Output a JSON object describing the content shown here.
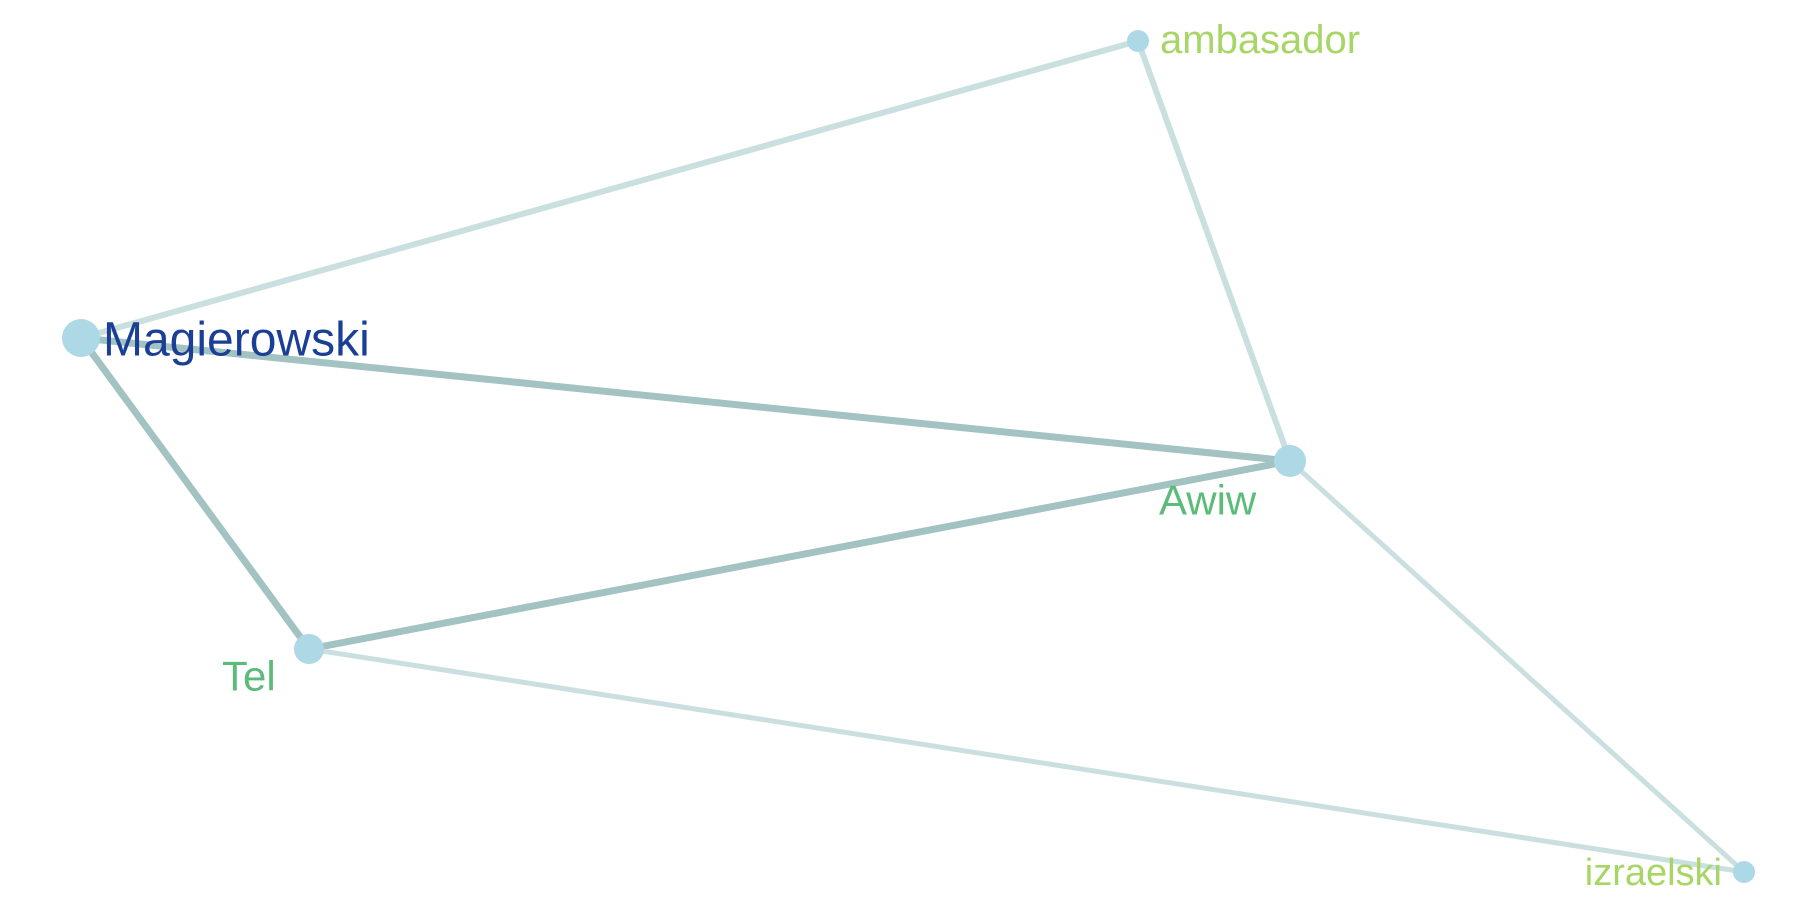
{
  "nodes": [
    {
      "id": "magierowski",
      "label": "Magierowski",
      "label_color": "#1a3f95",
      "fill": "#add8e6"
    },
    {
      "id": "ambasador",
      "label": "ambasador",
      "label_color": "#a8d666",
      "fill": "#add8e6"
    },
    {
      "id": "awiw",
      "label": "Awiw",
      "label_color": "#5bbb78",
      "fill": "#add8e6"
    },
    {
      "id": "tel",
      "label": "Tel",
      "label_color": "#5bbb78",
      "fill": "#add8e6"
    },
    {
      "id": "izraelski",
      "label": "izraelski",
      "label_color": "#a8d666",
      "fill": "#add8e6"
    }
  ],
  "edges": [
    {
      "source": "magierowski",
      "target": "ambasador",
      "color": "#cadfdf"
    },
    {
      "source": "magierowski",
      "target": "awiw",
      "color": "#a3c2c2"
    },
    {
      "source": "magierowski",
      "target": "tel",
      "color": "#a3c2c2"
    },
    {
      "source": "ambasador",
      "target": "awiw",
      "color": "#cadfdf"
    },
    {
      "source": "awiw",
      "target": "tel",
      "color": "#a3c2c2"
    },
    {
      "source": "awiw",
      "target": "izraelski",
      "color": "#cadfdf"
    },
    {
      "source": "tel",
      "target": "izraelski",
      "color": "#cadfdf"
    }
  ]
}
